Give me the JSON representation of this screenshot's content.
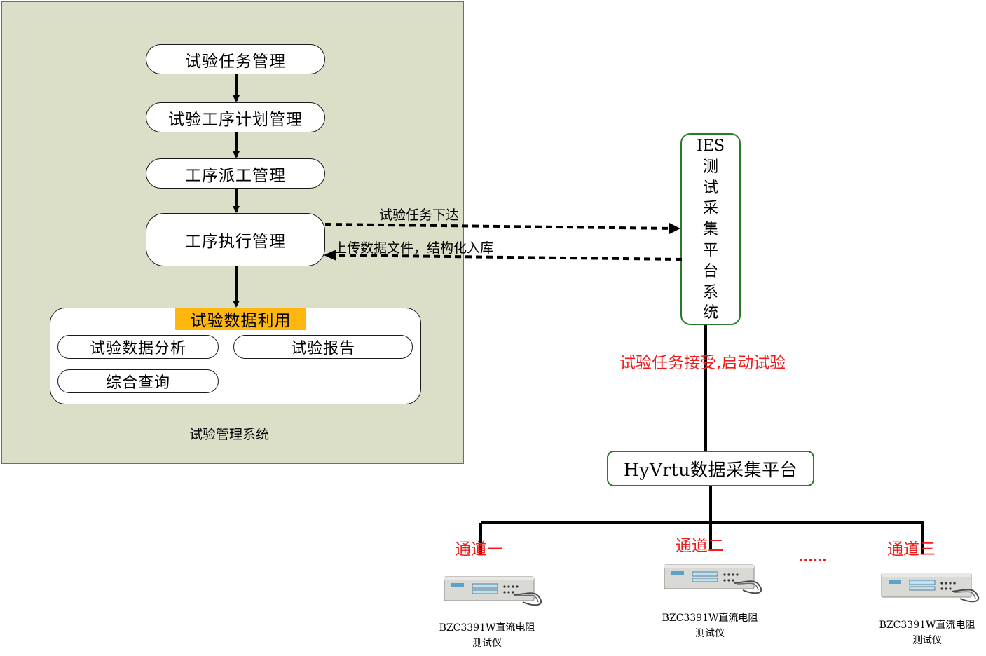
{
  "mgmt_system": {
    "caption": "试验管理系统",
    "steps": [
      "试验任务管理",
      "试验工序计划管理",
      "工序派工管理",
      "工序执行管理"
    ],
    "data_use": {
      "title": "试验数据利用",
      "items": [
        "试验数据分析",
        "试验报告",
        "综合查询"
      ]
    }
  },
  "ies": {
    "chars": [
      "IES",
      "测",
      "试",
      "采",
      "集",
      "平",
      "台",
      "系",
      "统"
    ]
  },
  "flows": {
    "dispatch": "试验任务下达",
    "upload": "上传数据文件，结构化入库",
    "accept": "试验任务接受,启动试验"
  },
  "hyvrtu": {
    "label": "HyVrtu数据采集平台"
  },
  "channels": [
    {
      "name": "通道一",
      "device": [
        "BZC3391W直流电阻",
        "测试仪"
      ]
    },
    {
      "name": "通道二",
      "device": [
        "BZC3391W直流电阻",
        "测试仪"
      ]
    },
    {
      "name": "通道三",
      "device": [
        "BZC3391W直流电阻",
        "测试仪"
      ]
    }
  ],
  "ellipsis": "……",
  "colors": {
    "panel": "#dcdfc8",
    "highlight": "#ffb70f",
    "green_border": "#2a7a2a",
    "red_text": "#ef1b1b"
  }
}
